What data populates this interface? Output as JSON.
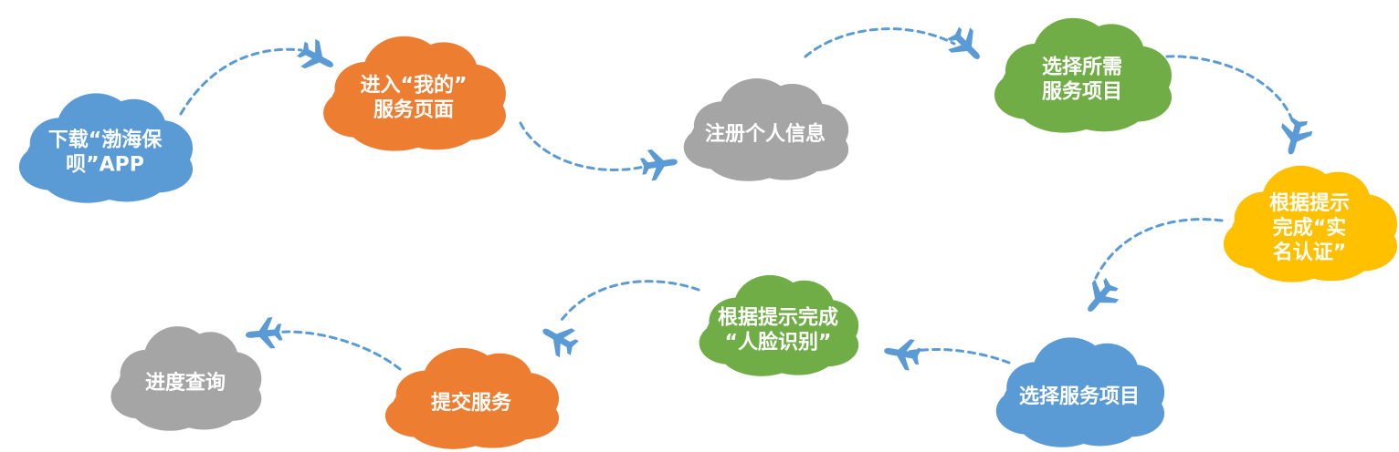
{
  "steps": [
    {
      "lines": [
        "下载“渤海保",
        "呗”APP"
      ],
      "color": "#5B9BD5"
    },
    {
      "lines": [
        "进入“我的”",
        "服务页面"
      ],
      "color": "#ED7D31"
    },
    {
      "lines": [
        "注册个人信息"
      ],
      "color": "#A5A5A5"
    },
    {
      "lines": [
        "选择所需",
        "服务项目"
      ],
      "color": "#70AD47"
    },
    {
      "lines": [
        "根据提示",
        "完成“实",
        "名认证”"
      ],
      "color": "#FFC000"
    },
    {
      "lines": [
        "选择服务项目"
      ],
      "color": "#5B9BD5"
    },
    {
      "lines": [
        "根据提示完成",
        "“人脸识别”"
      ],
      "color": "#70AD47"
    },
    {
      "lines": [
        "提交服务"
      ],
      "color": "#ED7D31"
    },
    {
      "lines": [
        "进度查询"
      ],
      "color": "#A5A5A5"
    }
  ],
  "connector_color": "#5B9BD5",
  "plane_icon": "airplane-icon"
}
